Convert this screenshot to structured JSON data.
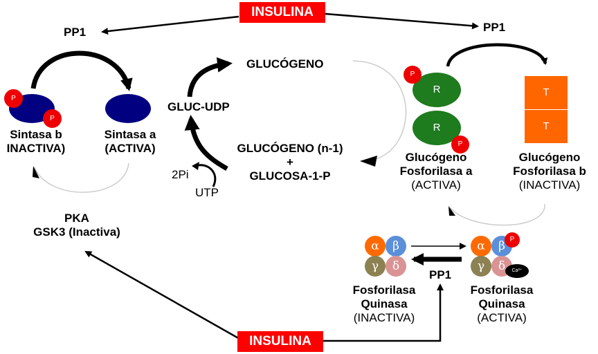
{
  "title": "Regulación del metabolismo del glucógeno por insulina",
  "colors": {
    "insulina_bg": "#ff0000",
    "synthase": "#000080",
    "phosphorylase_a": "#1e7b1e",
    "phosphorylase_b": "#ff6600",
    "phospho_tag": "#ee0000",
    "alpha": "#ff6a00",
    "beta": "#5b8fd9",
    "gamma": "#8b8152",
    "delta": "#d99393",
    "calcium": "#000000"
  },
  "insulina": {
    "top": "INSULINA",
    "bottom": "INSULINA"
  },
  "pp1": {
    "left": "PP1",
    "right": "PP1",
    "kinase": "PP1"
  },
  "synthase": {
    "b_name": "Sintasa b",
    "b_state": "INACTIVA)",
    "a_name": "Sintasa a",
    "a_state": "(ACTIVA)",
    "phospho": "P"
  },
  "regulators": {
    "line1": "PKA",
    "line2": "GSK3 (Inactiva)"
  },
  "cycle": {
    "glucogeno": "GLUCÓGENO",
    "gluc_udp": "GLUC-UDP",
    "glucogeno_n1": "GLUCÓGENO (n-1)",
    "plus": "+",
    "glucosa_1p": "GLUCOSA-1-P",
    "two_pi": "2Pi",
    "utp": "UTP"
  },
  "phosphorylase": {
    "a_subunit": "R",
    "b_subunit": "T",
    "phospho": "P",
    "a_line1": "Glucógeno",
    "a_line2": "Fosforilasa a",
    "a_state": "(ACTIVA)",
    "b_line1": "Glucógeno",
    "b_line2": "Fosforilasa b",
    "b_state": "(INACTIVA)"
  },
  "kinase": {
    "subunits": [
      "α",
      "β",
      "γ",
      "δ"
    ],
    "phospho": "P",
    "calcium": "Ca²⁺",
    "inactive_line1": "Fosforilasa",
    "inactive_line2": "Quinasa",
    "inactive_state": "(INACTIVA)",
    "active_line1": "Fosforilasa",
    "active_line2": "Quinasa",
    "active_state": "(ACTIVA)"
  }
}
